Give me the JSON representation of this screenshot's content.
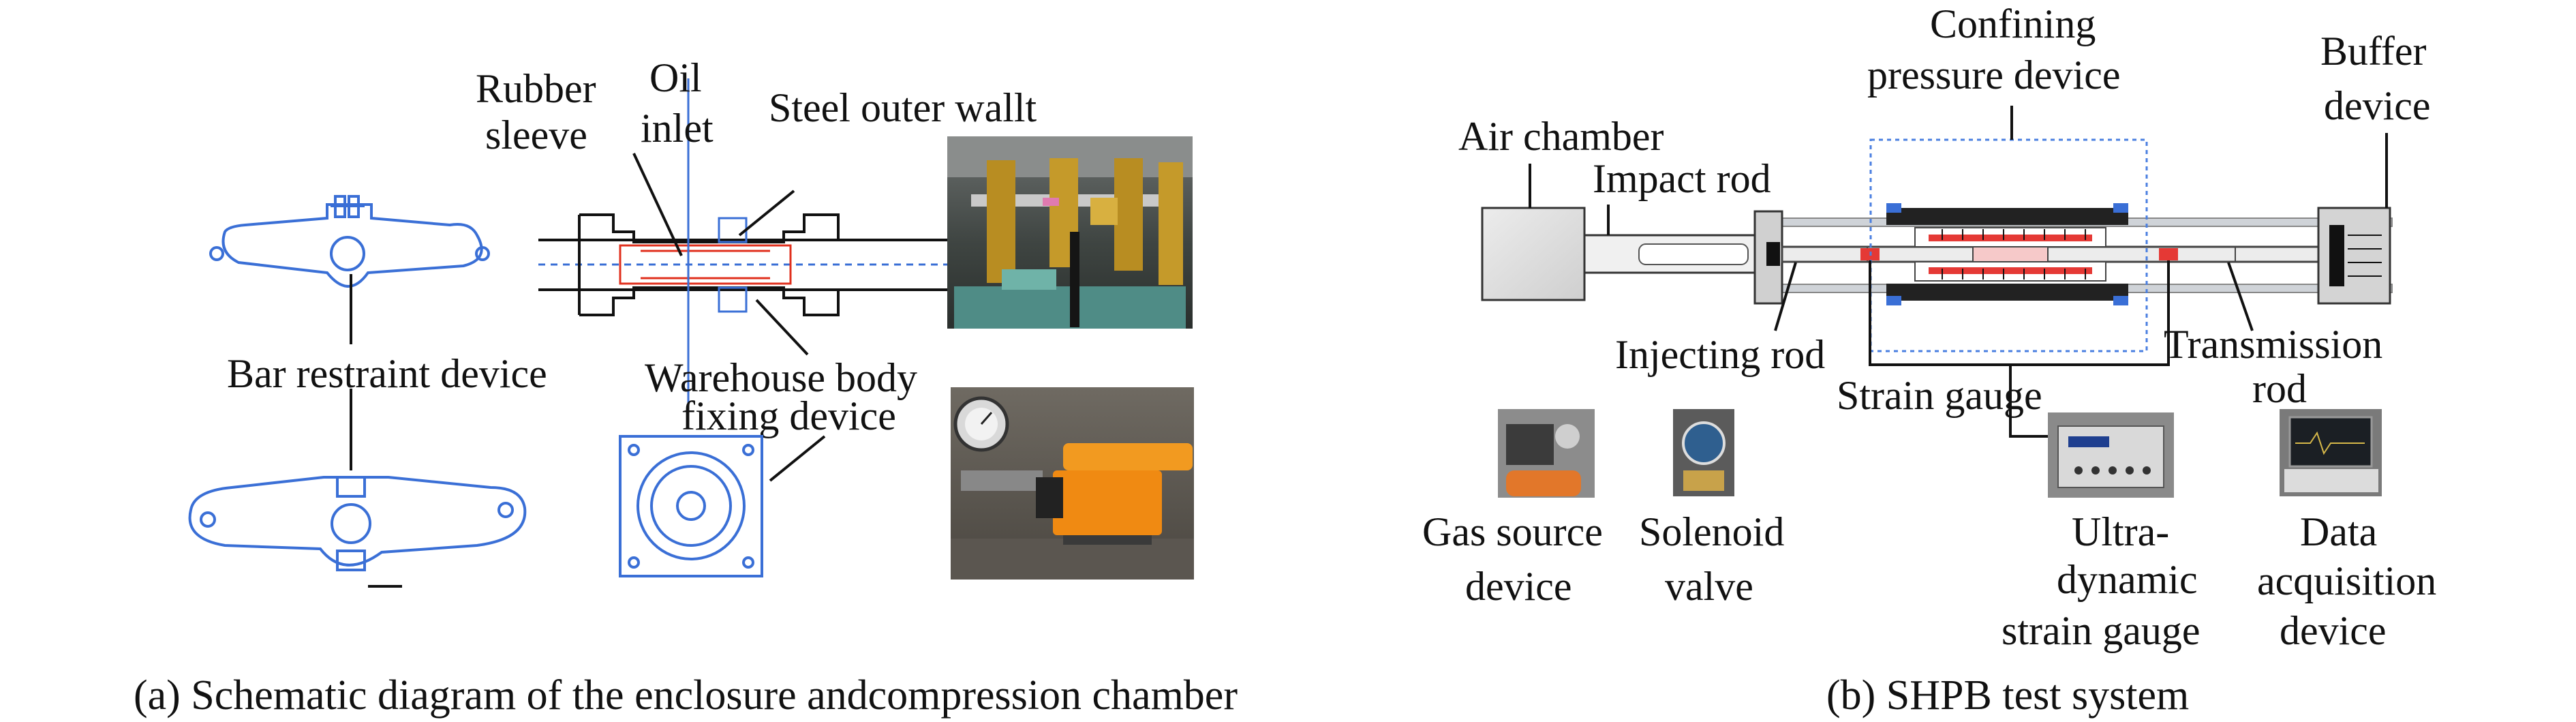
{
  "colors": {
    "schematic_blue": "#3a6fd6",
    "dotted_blue": "#4a7fe0",
    "sleeve_red": "#e0301e",
    "specimen_pink": "#f6c9c9",
    "gauge_red": "#e53935",
    "housing_gray": "#d9d9d9",
    "rail_gray": "#cfd3d8",
    "ink": "#111111"
  },
  "panel_a": {
    "caption": "(a) Schematic diagram of the enclosure andcompression chamber",
    "labels": {
      "rubber_l1": "Rubber",
      "rubber_l2": "sleeve",
      "oil_l1": "Oil",
      "oil_l2": "inlet",
      "steel_wall": "Steel outer wallt",
      "bar_restraint": "Bar restraint device",
      "warehouse_l1": "Warehouse body",
      "warehouse_l2": "fixing device"
    },
    "photos": [
      {
        "name": "clamp-photo",
        "description_icon": "clamp-assembly-photo"
      },
      {
        "name": "pump-photo",
        "description_icon": "hydraulic-pump-photo"
      }
    ]
  },
  "panel_b": {
    "caption": "(b) SHPB test system",
    "labels": {
      "confining_l1": "Confining",
      "confining_l2": "pressure device",
      "buffer_l1": "Buffer",
      "buffer_l2": "device",
      "air_chamber": "Air chamber",
      "impact_rod": "Impact rod",
      "injecting_rod": "Injecting rod",
      "transmission_l1": "Transmission",
      "transmission_l2": "rod",
      "strain_gauge": "Strain gauge",
      "gas_l1": "Gas source",
      "gas_l2": "device",
      "solenoid_l1": "Solenoid",
      "solenoid_l2": "valve",
      "ultra_l1": "Ultra-",
      "ultra_l2": "dynamic",
      "ultra_l3": "strain gauge",
      "data_l1": "Data",
      "data_l2": "acquisition",
      "data_l3": "device"
    }
  }
}
